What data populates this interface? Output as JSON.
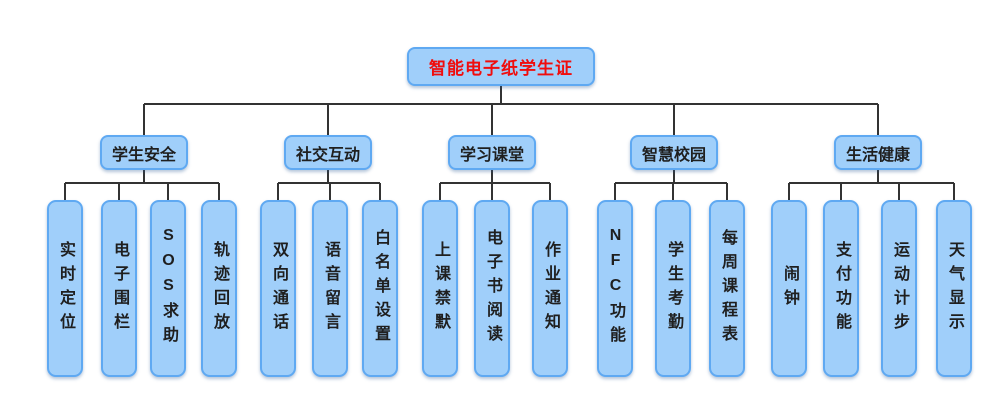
{
  "diagram": {
    "title": "智能电子纸学生证",
    "colors": {
      "title_text": "#f00d0d",
      "node_fill": "#a0cffa",
      "node_border": "#5fa9f2",
      "line": "#333333"
    },
    "groups": [
      {
        "label": "学生安全",
        "children": [
          "实时定位",
          "电子围栏",
          "SOS求助",
          "轨迹回放"
        ]
      },
      {
        "label": "社交互动",
        "children": [
          "双向通话",
          "语音留言",
          "白名单设置"
        ]
      },
      {
        "label": "学习课堂",
        "children": [
          "上课禁默",
          "电子书阅读",
          "作业通知"
        ]
      },
      {
        "label": "智慧校园",
        "children": [
          "NFC功能",
          "学生考勤",
          "每周课程表"
        ]
      },
      {
        "label": "生活健康",
        "children": [
          "闹钟",
          "支付功能",
          "运动计步",
          "天气显示"
        ]
      }
    ]
  }
}
